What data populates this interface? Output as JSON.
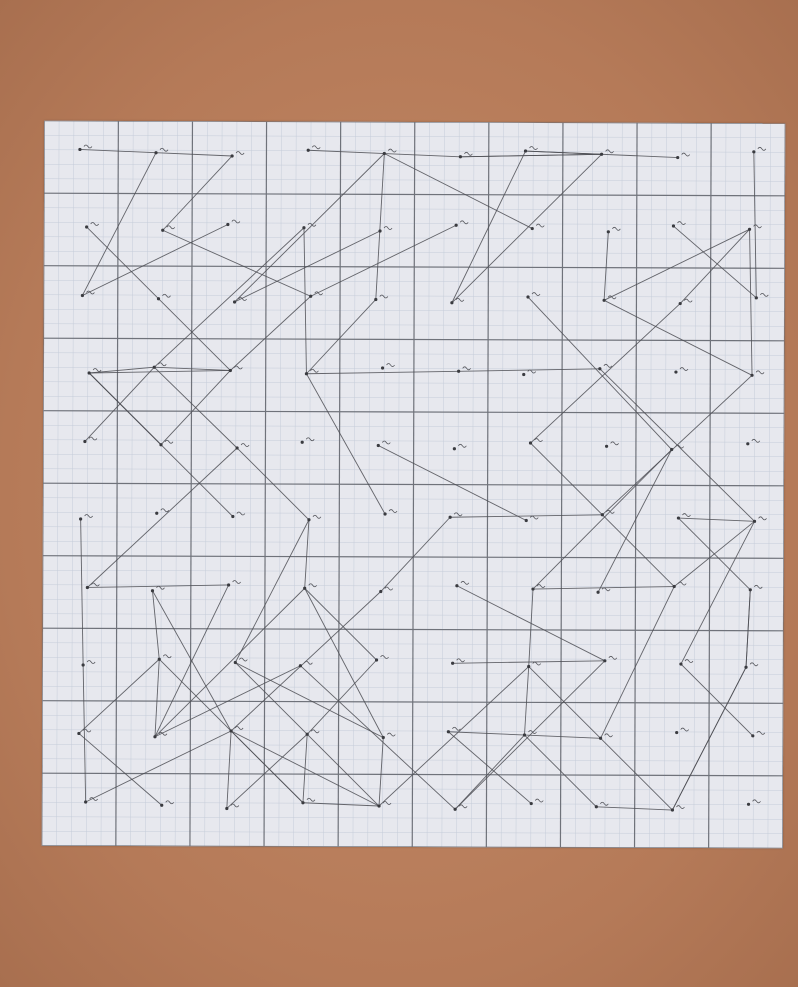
{
  "photo": {
    "background_color": "#b9805f",
    "paper_color": "#e7e8ee",
    "grid": {
      "major_columns": 10,
      "major_rows": 10,
      "minor_per_cell": 5
    },
    "subject": "graph-paper-drawing"
  }
}
